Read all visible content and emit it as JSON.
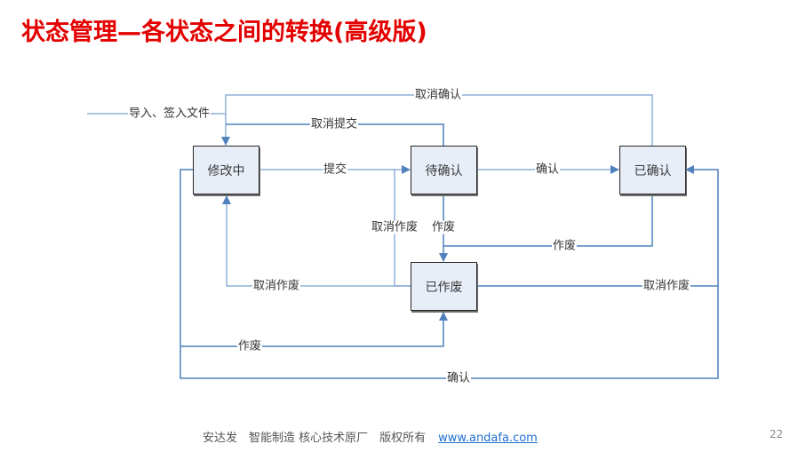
{
  "slide": {
    "title": "状态管理—各状态之间的转换(高级版)",
    "page_number": "22"
  },
  "colors": {
    "title": "#e30000",
    "connector": "#4f81bd",
    "node_fill": "#e8eef8",
    "node_border": "#262626",
    "link": "#1f6fd1"
  },
  "diagram": {
    "nodes": {
      "editing": "修改中",
      "pending": "待确认",
      "confirmed": "已确认",
      "voided": "已作废"
    },
    "edges": {
      "import": "导入、签入文件",
      "cancel_confirm": "取消确认",
      "cancel_submit": "取消提交",
      "submit": "提交",
      "confirm": "确认",
      "cancel_void_to_pending": "取消作废",
      "void_from_pending": "作废",
      "void_from_confirmed": "作废",
      "cancel_void_to_editing": "取消作废",
      "cancel_void_to_confirmed": "取消作废",
      "void_from_editing": "作废",
      "confirm_from_editing": "确认"
    }
  },
  "footer": {
    "text": "安达发　智能制造 核心技术原厂　版权所有",
    "link": "www.andafa.com"
  }
}
